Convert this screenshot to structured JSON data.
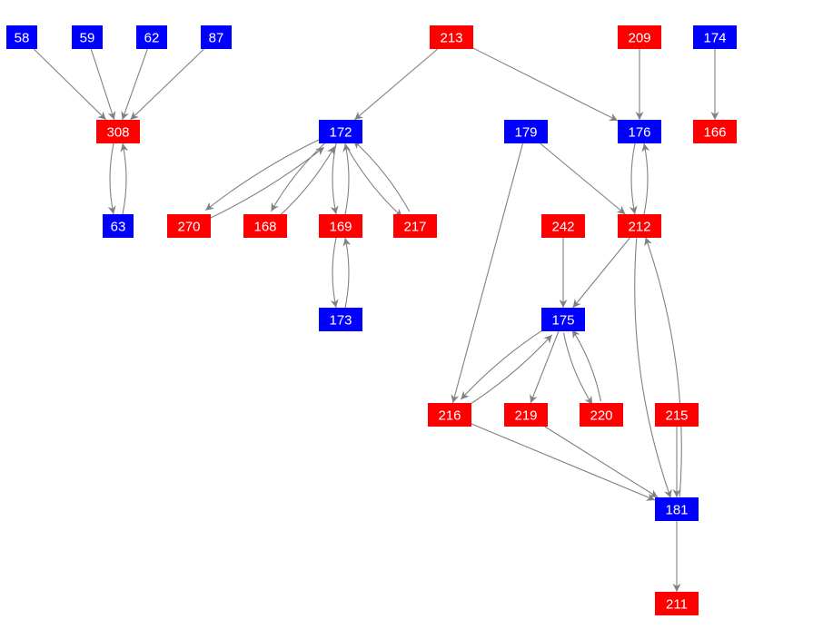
{
  "colors": {
    "red": "#ff0000",
    "blue": "#0000ff",
    "edge": "#808080"
  },
  "nodes": [
    {
      "id": "58",
      "label": "58",
      "color": "blue"
    },
    {
      "id": "59",
      "label": "59",
      "color": "blue"
    },
    {
      "id": "62",
      "label": "62",
      "color": "blue"
    },
    {
      "id": "87",
      "label": "87",
      "color": "blue"
    },
    {
      "id": "213",
      "label": "213",
      "color": "red"
    },
    {
      "id": "209",
      "label": "209",
      "color": "red"
    },
    {
      "id": "174",
      "label": "174",
      "color": "blue"
    },
    {
      "id": "308",
      "label": "308",
      "color": "red"
    },
    {
      "id": "172",
      "label": "172",
      "color": "blue"
    },
    {
      "id": "179",
      "label": "179",
      "color": "blue"
    },
    {
      "id": "176",
      "label": "176",
      "color": "blue"
    },
    {
      "id": "166",
      "label": "166",
      "color": "red"
    },
    {
      "id": "63",
      "label": "63",
      "color": "blue"
    },
    {
      "id": "270",
      "label": "270",
      "color": "red"
    },
    {
      "id": "168",
      "label": "168",
      "color": "red"
    },
    {
      "id": "169",
      "label": "169",
      "color": "red"
    },
    {
      "id": "217",
      "label": "217",
      "color": "red"
    },
    {
      "id": "242",
      "label": "242",
      "color": "red"
    },
    {
      "id": "212",
      "label": "212",
      "color": "red"
    },
    {
      "id": "173",
      "label": "173",
      "color": "blue"
    },
    {
      "id": "175",
      "label": "175",
      "color": "blue"
    },
    {
      "id": "216",
      "label": "216",
      "color": "red"
    },
    {
      "id": "219",
      "label": "219",
      "color": "red"
    },
    {
      "id": "220",
      "label": "220",
      "color": "red"
    },
    {
      "id": "215",
      "label": "215",
      "color": "red"
    },
    {
      "id": "181",
      "label": "181",
      "color": "blue"
    },
    {
      "id": "211",
      "label": "211",
      "color": "red"
    }
  ],
  "edges": [
    [
      "58",
      "308"
    ],
    [
      "59",
      "308"
    ],
    [
      "62",
      "308"
    ],
    [
      "87",
      "308"
    ],
    [
      "308",
      "63"
    ],
    [
      "63",
      "308"
    ],
    [
      "213",
      "172"
    ],
    [
      "213",
      "176"
    ],
    [
      "209",
      "176"
    ],
    [
      "174",
      "166"
    ],
    [
      "172",
      "270"
    ],
    [
      "270",
      "172"
    ],
    [
      "172",
      "168"
    ],
    [
      "168",
      "172"
    ],
    [
      "172",
      "169"
    ],
    [
      "169",
      "172"
    ],
    [
      "172",
      "217"
    ],
    [
      "217",
      "172"
    ],
    [
      "169",
      "173"
    ],
    [
      "173",
      "169"
    ],
    [
      "179",
      "212"
    ],
    [
      "179",
      "216"
    ],
    [
      "176",
      "212"
    ],
    [
      "212",
      "176"
    ],
    [
      "212",
      "175"
    ],
    [
      "242",
      "175"
    ],
    [
      "212",
      "181"
    ],
    [
      "181",
      "212"
    ],
    [
      "175",
      "216"
    ],
    [
      "216",
      "175"
    ],
    [
      "175",
      "219"
    ],
    [
      "175",
      "220"
    ],
    [
      "220",
      "175"
    ],
    [
      "216",
      "181"
    ],
    [
      "219",
      "181"
    ],
    [
      "215",
      "181"
    ],
    [
      "181",
      "211"
    ]
  ]
}
